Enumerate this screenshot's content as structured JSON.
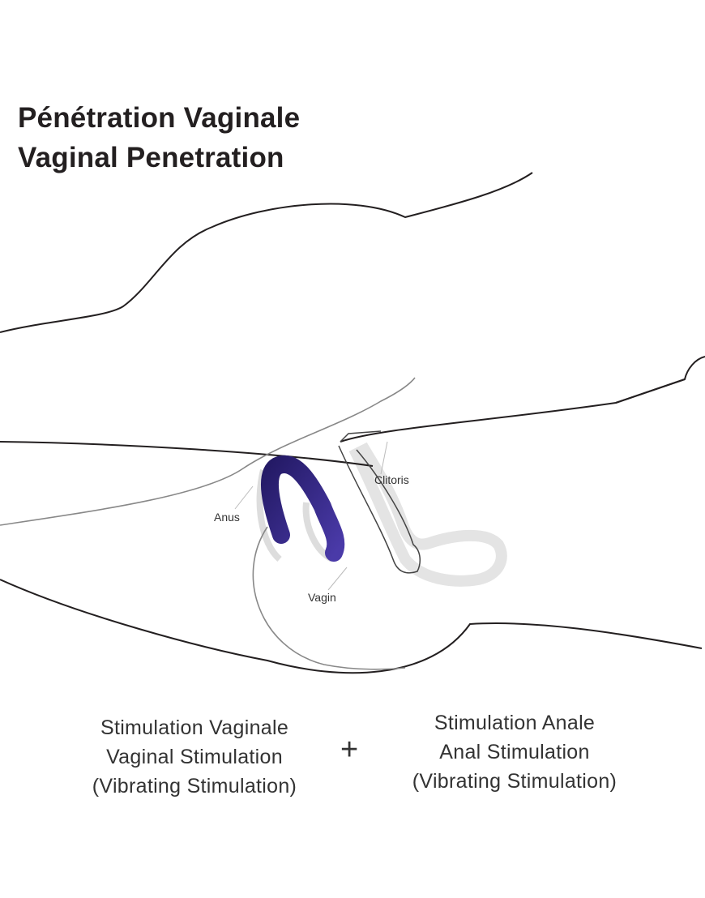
{
  "title": {
    "line1": "Pénétration Vaginale",
    "line2": "Vaginal Penetration"
  },
  "labels": {
    "anus": "Anus",
    "clitoris": "Clitoris",
    "vagin": "Vagin"
  },
  "captions": {
    "left": [
      "Stimulation Vaginale",
      "Vaginal Stimulation",
      "(Vibrating Stimulation)"
    ],
    "plus": "+",
    "right": [
      "Stimulation Anale",
      "Anal Stimulation",
      "(Vibrating Stimulation)"
    ]
  },
  "colors": {
    "device": "#3b2a8c",
    "outline": "#231f20",
    "organ": "#e6e6e6"
  }
}
